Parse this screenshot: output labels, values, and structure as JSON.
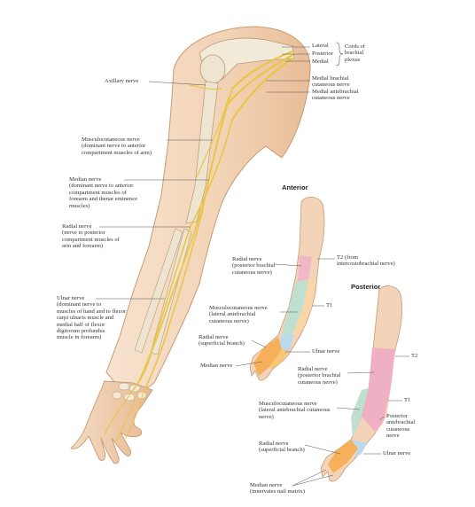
{
  "labels": {
    "lateral": "Lateral",
    "posterior_cord": "Posterior",
    "medial": "Medial",
    "cords": "Cords of\nbrachial\nplexus",
    "medial_brachial": "Medial brachial\ncutaneous nerve",
    "medial_antebrachial": "Medial antebrachial\ncutaneous nerve",
    "axillary": "Axillary nerve",
    "musculocutaneous": "Musculocutaneous nerve\n(dominant nerve to anterior\ncompartment muscles of arm)",
    "median": "Median nerve\n(dominant nerve to anterior\ncompartment muscles of\nforearm and thenar eminence\nmuscles)",
    "radial": "Radial nerve\n(nerve to posterior\ncompartment muscles of\narm and forearm)",
    "ulnar": "Ulnar nerve\n(dominant nerve to\nmuscles of hand and to flexor\ncarpi ulnaris muscle and\nmedial half of flexor\ndigitorum profundus\nmuscle in forearm)"
  },
  "anterior": {
    "title": "Anterior",
    "t2": "T2 (from\nintercostobrachial nerve)",
    "radial": "Radial nerve\n(posterior brachial\ncutaneous nerve)",
    "t1": "T1",
    "musculocutaneous": "Musculocutaneous nerve\n(lateral antebrachial\ncutaneous nerve)",
    "radial_superficial": "Radial nerve\n(superficial branch)",
    "ulnar": "Ulnar nerve",
    "median": "Median nerve"
  },
  "posterior": {
    "title": "Posterior",
    "t2": "T2",
    "radial": "Radial nerve\n(posterior brachial\ncutaneous nerve)",
    "t1": "T1",
    "musculocutaneous": "Musculocutaneous nerve\n(lateral antebrachial cutaneous\nnerve)",
    "posterior_antebrachial": "Posterior\nantebrachial\ncutaneous\nnerve",
    "radial_superficial": "Radial nerve\n(superficial branch)",
    "ulnar": "Ulnar nerve",
    "median": "Median nerve\n(innervates nail matrix)"
  }
}
